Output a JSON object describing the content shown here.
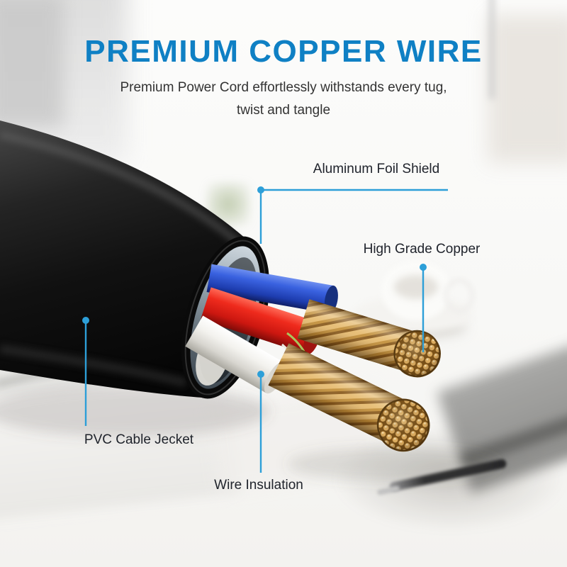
{
  "page": {
    "title": "PREMIUM COPPER WIRE",
    "subtitle_line1": "Premium Power Cord effortlessly withstands every tug,",
    "subtitle_line2": "twist and tangle"
  },
  "callouts": {
    "aluminum_foil_shield": "Aluminum Foil Shield",
    "high_grade_copper": "High Grade Copper",
    "pvc_cable_jacket": "PVC Cable Jecket",
    "wire_insulation": "Wire Insulation"
  },
  "colors": {
    "title": "#0f80c4",
    "subtitle_text": "#333333",
    "label_text": "#20242c",
    "callout_line": "#2d9fd8",
    "cable_jacket": "#141414",
    "aluminum_foil": "#93a1ab",
    "wire_red": "#e02318",
    "wire_blue": "#2a52d8",
    "wire_white": "#f3f2ee",
    "copper": "#c3913d"
  }
}
